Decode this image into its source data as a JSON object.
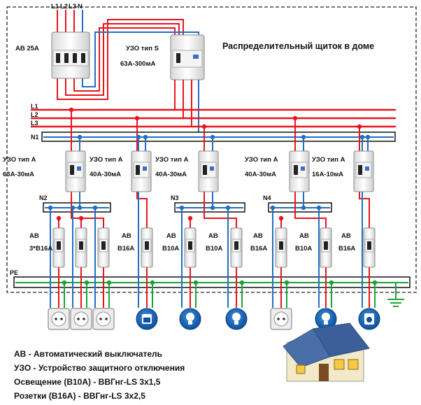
{
  "title": "Распределительный щиток в доме",
  "top_phase_labels": [
    "L1",
    "L2",
    "L3",
    "N"
  ],
  "bus_labels": {
    "l1": "L1",
    "l2": "L2",
    "l3": "L3",
    "n1": "N1",
    "n2": "N2",
    "n3": "N3",
    "n4": "N4",
    "pe": "PE"
  },
  "main_breaker": "АВ 25А",
  "main_rcd": {
    "type": "УЗО тип S",
    "rating": "63А-300мА"
  },
  "rcds": [
    {
      "type": "УЗО тип А",
      "rating": "63А-30мА"
    },
    {
      "type": "УЗО тип А",
      "rating": "40А-30мА"
    },
    {
      "type": "УЗО тип А",
      "rating": "40А-30мА"
    },
    {
      "type": "УЗО тип А",
      "rating": "40А-30мА"
    },
    {
      "type": "УЗО тип А",
      "rating": "16А-10мА"
    }
  ],
  "breakers": [
    {
      "label": "АВ",
      "rating": "3*В16А"
    },
    {
      "label": "АВ",
      "rating": "В16А"
    },
    {
      "label": "АВ",
      "rating": "В10А"
    },
    {
      "label": "АВ",
      "rating": "В10А"
    },
    {
      "label": "АВ",
      "rating": "В16А"
    },
    {
      "label": "АВ",
      "rating": "В10А"
    },
    {
      "label": "АВ",
      "rating": "В16А"
    }
  ],
  "loads": [
    "socket-icon",
    "socket-icon",
    "socket-icon",
    "stove-icon",
    "lightbulb-icon",
    "lightbulb-icon",
    "socket-icon",
    "lightbulb-icon",
    "washing-machine-icon"
  ],
  "legend": [
    "АВ - Автоматический выключатель",
    "УЗО - Устройство защитного отключения",
    "Освещение (В10А) - ВВГнг-LS 3х1,5",
    "Розетки (В16А) - ВВГнг-LS 3х2,5"
  ],
  "colors": {
    "phase": "#e8141c",
    "neutral": "#1f6fc4",
    "earth": "#1aa33a",
    "frame": "#111111"
  }
}
